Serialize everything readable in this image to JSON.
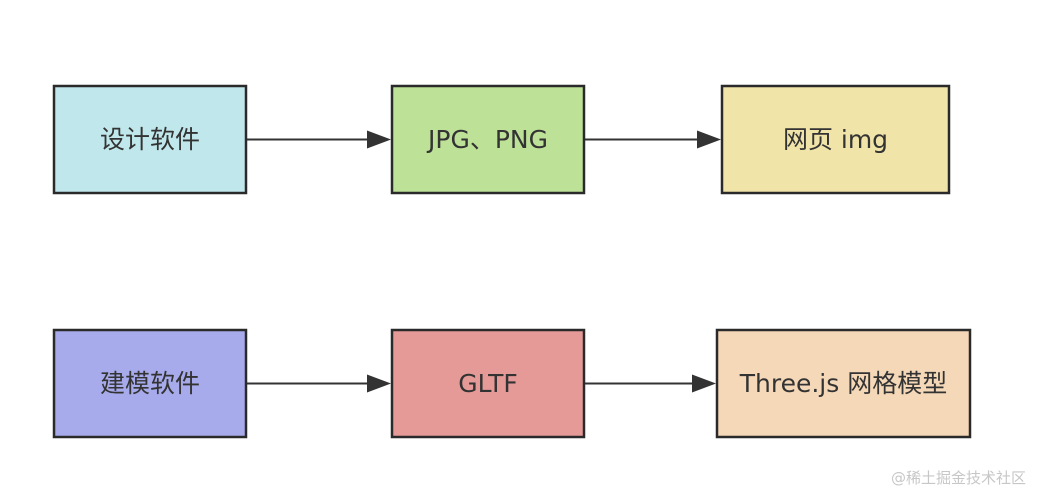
{
  "diagram": {
    "rows": [
      {
        "nodes": [
          {
            "id": "design-software",
            "label": "设计软件",
            "color": "#c0e8ec"
          },
          {
            "id": "jpg-png",
            "label": "JPG、PNG",
            "color": "#bde297"
          },
          {
            "id": "webpage-img",
            "label": "网页 img",
            "color": "#f0e4a8"
          }
        ]
      },
      {
        "nodes": [
          {
            "id": "modeling-software",
            "label": "建模软件",
            "color": "#a8abeb"
          },
          {
            "id": "gltf",
            "label": "GLTF",
            "color": "#e59a98"
          },
          {
            "id": "threejs-mesh-model",
            "label": "Three.js 网格模型",
            "color": "#f4d8b8"
          }
        ]
      }
    ],
    "edges": [
      {
        "from": "design-software",
        "to": "jpg-png"
      },
      {
        "from": "jpg-png",
        "to": "webpage-img"
      },
      {
        "from": "modeling-software",
        "to": "gltf"
      },
      {
        "from": "gltf",
        "to": "threejs-mesh-model"
      }
    ],
    "border_color": "#2a2a2a",
    "arrow_color": "#333333"
  },
  "watermark": "@稀土掘金技术社区"
}
